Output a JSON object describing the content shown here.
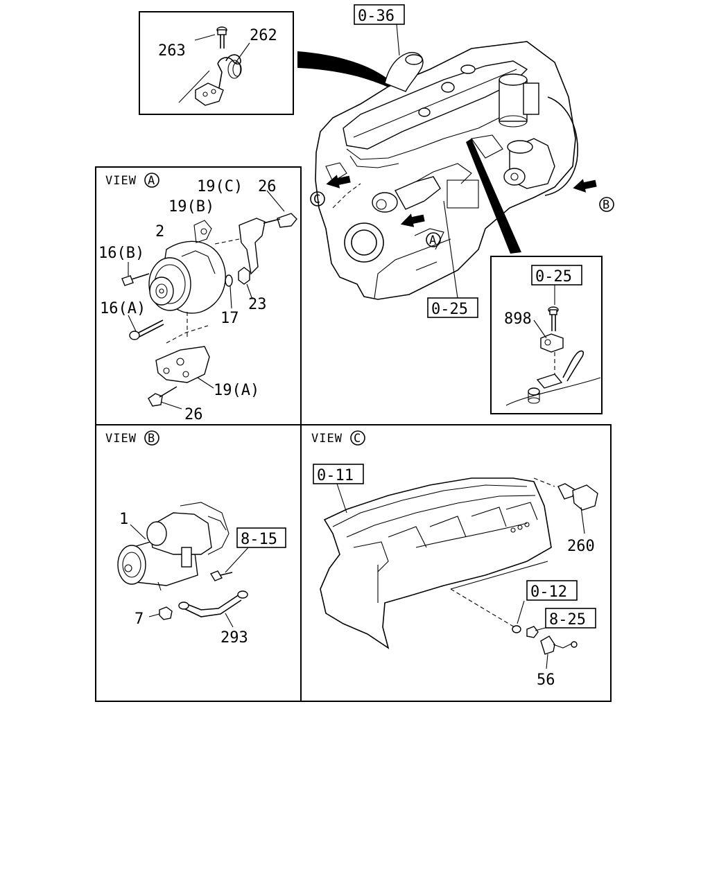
{
  "diagram": {
    "refs": {
      "r_0_36": "0-36",
      "r_0_25_main": "0-25",
      "r_0_25_detail": "0-25",
      "r_0_11": "0-11",
      "r_0_12": "0-12",
      "r_8_15": "8-15",
      "r_8_25": "8-25"
    },
    "markers": {
      "A": "A",
      "B": "B",
      "C": "C"
    },
    "views": {
      "view_word": "VIEW",
      "a": "A",
      "b": "B",
      "c": "C"
    },
    "parts": {
      "p263": "263",
      "p262": "262",
      "p898": "898",
      "p19c": "19(C)",
      "p26_top": "26",
      "p19b": "19(B)",
      "p2": "2",
      "p16b": "16(B)",
      "p16a": "16(A)",
      "p17": "17",
      "p23": "23",
      "p19a": "19(A)",
      "p26_bottom": "26",
      "p1": "1",
      "p7": "7",
      "p293": "293",
      "p260": "260",
      "p56": "56"
    }
  }
}
